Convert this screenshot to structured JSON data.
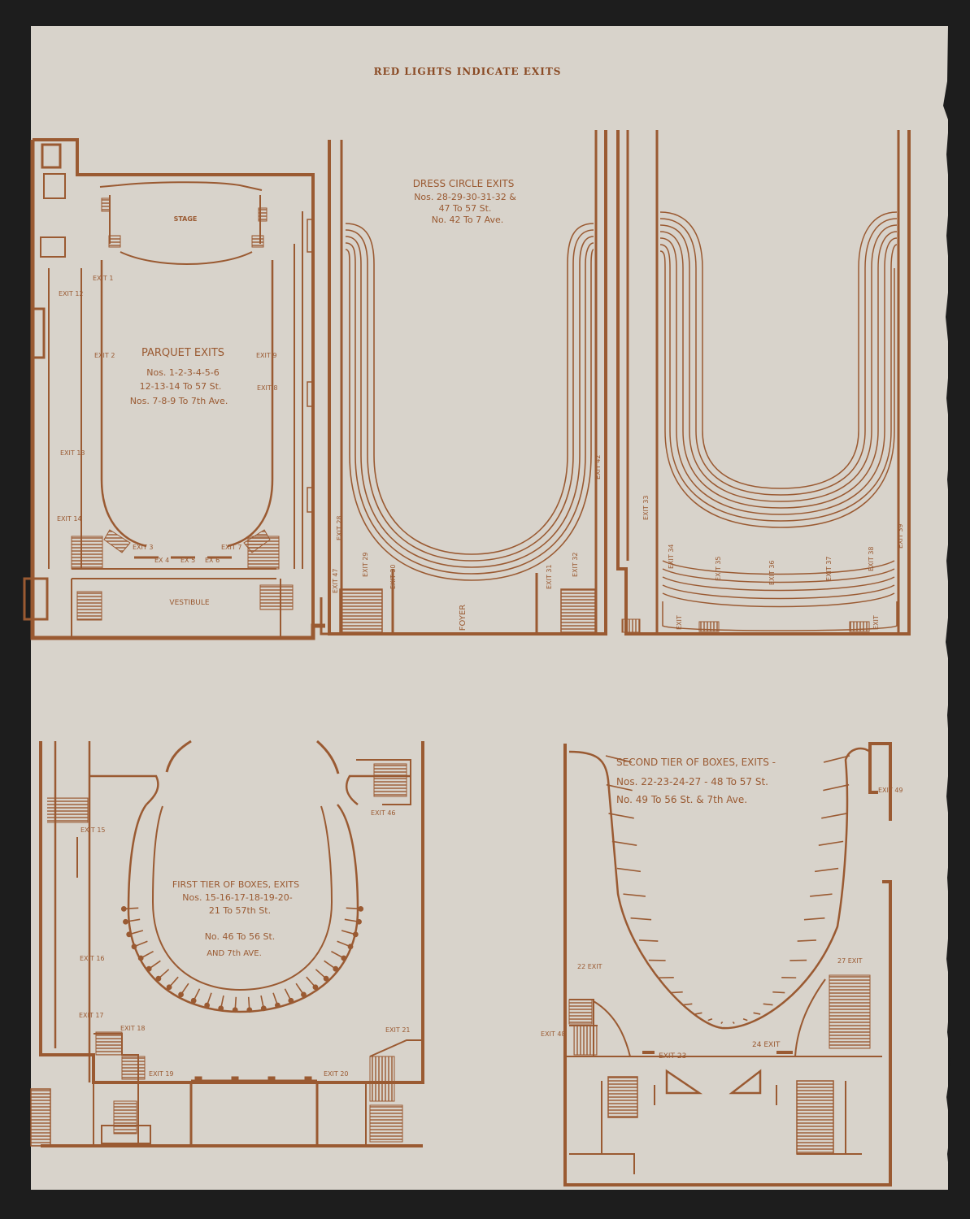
{
  "page": {
    "heading": "RED LIGHTS INDICATE EXITS",
    "colors": {
      "ink": "#9a5a32",
      "paper": "#d8d3cb",
      "background": "#1d1d1d"
    }
  },
  "parquet": {
    "stage": "STAGE",
    "vestibule": "VESTIBULE",
    "title": "PARQUET EXITS",
    "line1": "Nos. 1-2-3-4-5-6",
    "line2": "12-13-14 To 57 St.",
    "line3": "Nos. 7-8-9 To 7th Ave.",
    "exit1": "EXIT 1",
    "exit2": "EXIT 2",
    "exit3": "EXIT 3",
    "exit4": "EX 4",
    "exit5": "EX 5",
    "exit6": "EX 6",
    "exit7": "EXIT 7",
    "exit8": "EXIT 8",
    "exit9": "EXIT 9",
    "exit12": "EXIT 12",
    "exit13": "EXIT 13",
    "exit14": "EXIT 14"
  },
  "dress_circle": {
    "title": "DRESS CIRCLE EXITS",
    "line1": "Nos. 28-29-30-31-32 &",
    "line2": "47 To 57 St.",
    "line3": "No. 42 To 7 Ave.",
    "foyer": "FOYER",
    "exit28": "EXIT 28",
    "exit29": "EXIT 29",
    "exit30": "EXIT 30",
    "exit31": "EXIT 31",
    "exit32": "EXIT 32",
    "exit42": "EXIT 42",
    "exit47": "EXIT 47"
  },
  "balcony": {
    "exit33": "EXIT 33",
    "exit34": "EXIT 34",
    "exit35": "EXIT 35",
    "exit36": "EXIT 36",
    "exit37": "EXIT 37",
    "exit38": "EXIT 38",
    "exit39": "EXIT 39",
    "exit_left": "EXIT",
    "exit_right": "EXIT"
  },
  "first_tier": {
    "title": "FIRST TIER OF BOXES, EXITS",
    "line1": "Nos. 15-16-17-18-19-20-",
    "line2": "21 To 57th St.",
    "line3": "No. 46 To 56 St.",
    "line4": "AND 7th AVE.",
    "exit15": "EXIT 15",
    "exit16": "EXIT 16",
    "exit17": "EXIT 17",
    "exit18": "EXIT 18",
    "exit19": "EXIT 19",
    "exit20": "EXIT 20",
    "exit21": "EXIT 21",
    "exit46": "EXIT 46"
  },
  "second_tier": {
    "title": "SECOND TIER OF BOXES, EXITS -",
    "line1": "Nos. 22-23-24-27 - 48 To 57 St.",
    "line2": "No. 49 To 56 St. & 7th Ave.",
    "exit22": "22 EXIT",
    "exit23": "EXIT 23",
    "exit24": "24 EXIT",
    "exit27": "27 EXIT",
    "exit48": "EXIT 48",
    "exit49": "EXIT 49"
  }
}
